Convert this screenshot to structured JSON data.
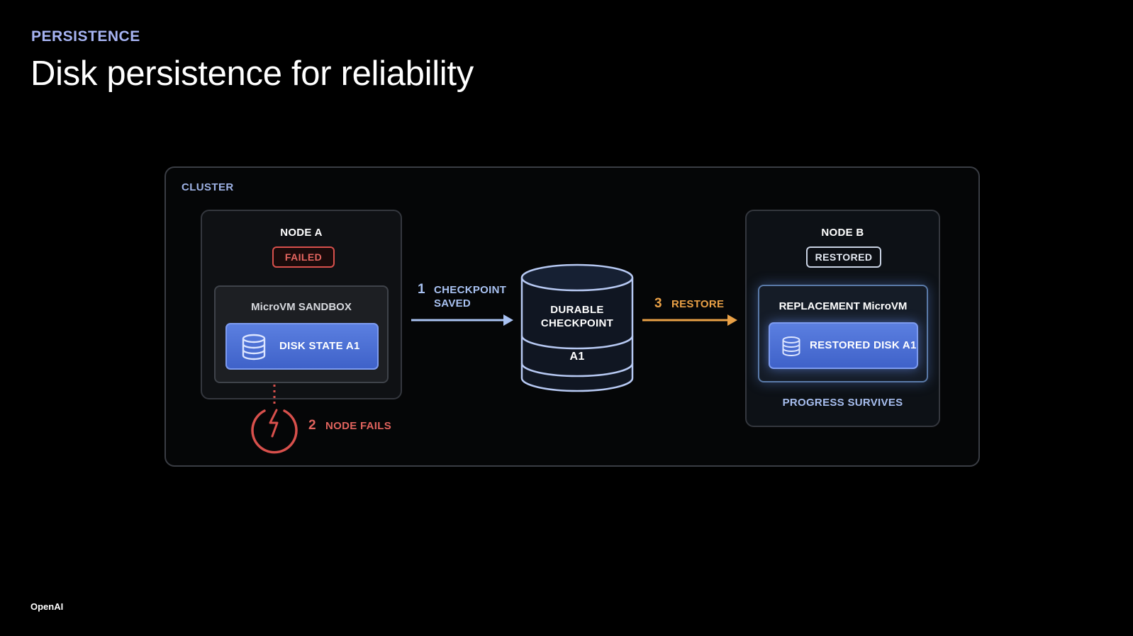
{
  "header": {
    "eyebrow": "PERSISTENCE",
    "title": "Disk persistence for reliability"
  },
  "footer": {
    "brand": "OpenAI"
  },
  "cluster": {
    "label": "CLUSTER"
  },
  "node_a": {
    "title": "NODE A",
    "status": "FAILED",
    "vm_label": "MicroVM SANDBOX",
    "disk_label": "DISK STATE A1"
  },
  "node_b": {
    "title": "NODE B",
    "status": "RESTORED",
    "vm_label": "REPLACEMENT MicroVM",
    "disk_label": "RESTORED DISK A1",
    "note": "PROGRESS SURVIVES"
  },
  "checkpoint": {
    "line1": "DURABLE",
    "line2": "CHECKPOINT",
    "id": "A1"
  },
  "steps": [
    {
      "num": "1",
      "line1": "CHECKPOINT",
      "line2": "SAVED"
    },
    {
      "num": "2",
      "line1": "NODE FAILS"
    },
    {
      "num": "3",
      "line1": "RESTORE"
    }
  ],
  "colors": {
    "accent": "#a6b3f2",
    "fail": "#d8504c",
    "restore": "#e9a046",
    "disk": "#4a6dd6"
  }
}
